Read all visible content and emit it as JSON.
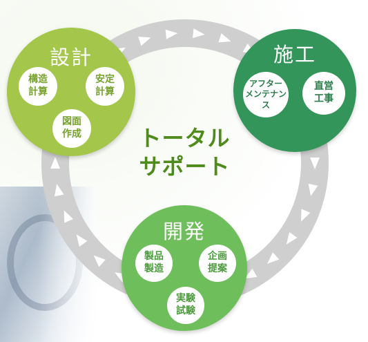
{
  "center": {
    "line1": "トータル",
    "line2": "サポート"
  },
  "design": {
    "title": "設計",
    "items": [
      {
        "line1": "構造",
        "line2": "計算"
      },
      {
        "line1": "安定",
        "line2": "計算"
      },
      {
        "line1": "図面",
        "line2": "作成"
      }
    ]
  },
  "construction": {
    "title": "施工",
    "items": [
      {
        "line1": "アフター",
        "line2": "メンテナンス"
      },
      {
        "line1": "直営",
        "line2": "工事"
      }
    ]
  },
  "development": {
    "title": "開発",
    "items": [
      {
        "line1": "製品",
        "line2": "製造"
      },
      {
        "line1": "企画",
        "line2": "提案"
      },
      {
        "line1": "実験",
        "line2": "試験"
      }
    ]
  },
  "colors": {
    "design": "#a4c64a",
    "construction": "#33955a",
    "development": "#6fbe5c",
    "ring": "#cfcfcf",
    "arrow": "#ffffff",
    "center_text": "#4f8b1b"
  }
}
